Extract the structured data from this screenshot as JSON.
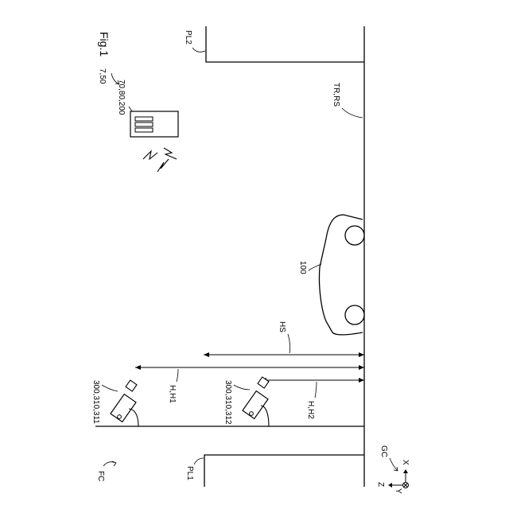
{
  "figure": {
    "title": "Fig.1",
    "labels": {
      "fc": "FC",
      "pl1": "PL1",
      "pl2": "PL2",
      "tr_rs": "TR,RS",
      "server_group": "7,50",
      "server": "70,80,200",
      "vehicle": "100",
      "hs": "HS",
      "camera_high": "300,310,311",
      "h_h1": "H,H1",
      "camera_low": "300,310,312",
      "h_h2": "H,H2",
      "gc": "GC",
      "axis_z": "Z",
      "axis_x": "X",
      "axis_y": "Y"
    }
  },
  "colors": {
    "ink": "#000000",
    "paper": "#ffffff"
  }
}
